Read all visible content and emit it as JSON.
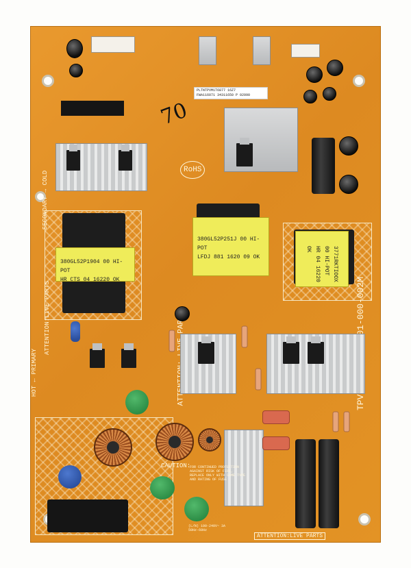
{
  "board": {
    "rohs": "RoHS",
    "secondary_cold": "SECONDARY → COLD",
    "hot_primary": "HOT ← PRIMARY",
    "attention_left": "ATTENTION:LIVE PARTS",
    "attention_center": "ATTENTION: LIVE PARTS",
    "attention_bottom": "ATTENTION:LIVE PARTS",
    "part_number": "TPV 715G7374-P01-000-002M",
    "caution": "CAUTION:",
    "caution_text": "FOR CONTINUED PROTECTION AGAINST RISK OF FIRE, REPLACE ONLY WITH SAME TYPE AND RATING OF FUSE",
    "rating": "(L/N) 100-240V~ 3A 50Hz-60Hz",
    "serial_label": "PLTNTPVM1T6877 16Z7",
    "serial_sub": "FWA116071 34311650 P 02090",
    "handwritten": "70"
  },
  "transformers": {
    "center": [
      "380GL52P251J 00 HI-POT",
      "LFDJ 881 1620 09 OK"
    ],
    "left": [
      "380GL52P1904 00 HI-POT",
      "HR CTS 04 16220 OK"
    ],
    "right": [
      "3771RKTIOOX 00 HI-POT",
      "HR 04 16220 OK"
    ]
  }
}
